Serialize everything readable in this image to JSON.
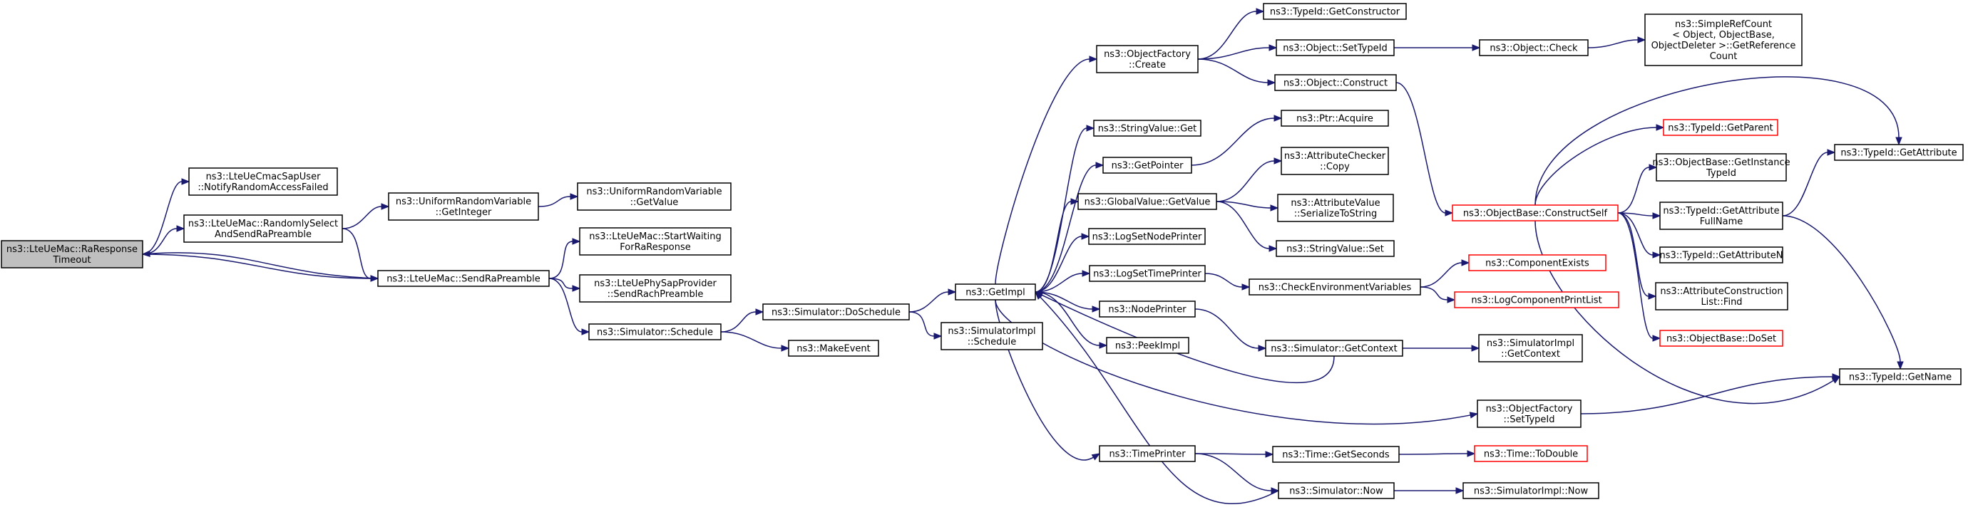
{
  "nodes": [
    {
      "id": "raresp",
      "lines": [
        "ns3::LteUeMac::RaResponse",
        "Timeout"
      ],
      "root": true
    },
    {
      "id": "notify",
      "lines": [
        "ns3::LteUeCmacSapUser",
        "::NotifyRandomAccessFailed"
      ]
    },
    {
      "id": "randsel",
      "lines": [
        "ns3::LteUeMac::RandomlySelect",
        "AndSendRaPreamble"
      ]
    },
    {
      "id": "sendra",
      "lines": [
        "ns3::LteUeMac::SendRaPreamble"
      ]
    },
    {
      "id": "getint",
      "lines": [
        "ns3::UniformRandomVariable",
        "::GetInteger"
      ]
    },
    {
      "id": "getval",
      "lines": [
        "ns3::UniformRandomVariable",
        "::GetValue"
      ]
    },
    {
      "id": "startwait",
      "lines": [
        "ns3::LteUeMac::StartWaiting",
        "ForRaResponse"
      ]
    },
    {
      "id": "sendrach",
      "lines": [
        "ns3::LteUePhySapProvider",
        "::SendRachPreamble"
      ]
    },
    {
      "id": "schedule",
      "lines": [
        "ns3::Simulator::Schedule"
      ]
    },
    {
      "id": "dosched",
      "lines": [
        "ns3::Simulator::DoSchedule"
      ]
    },
    {
      "id": "makeevent",
      "lines": [
        "ns3::MakeEvent"
      ]
    },
    {
      "id": "getimpl",
      "lines": [
        "ns3::GetImpl"
      ]
    },
    {
      "id": "simimplsched",
      "lines": [
        "ns3::SimulatorImpl",
        "::Schedule"
      ]
    },
    {
      "id": "ofcreate",
      "lines": [
        "ns3::ObjectFactory",
        "::Create"
      ]
    },
    {
      "id": "strvalget",
      "lines": [
        "ns3::StringValue::Get"
      ]
    },
    {
      "id": "getptr",
      "lines": [
        "ns3::GetPointer"
      ]
    },
    {
      "id": "gvget",
      "lines": [
        "ns3::GlobalValue::GetValue"
      ]
    },
    {
      "id": "lognode",
      "lines": [
        "ns3::LogSetNodePrinter"
      ]
    },
    {
      "id": "logtime",
      "lines": [
        "ns3::LogSetTimePrinter"
      ]
    },
    {
      "id": "nodeprinter",
      "lines": [
        "ns3::NodePrinter"
      ]
    },
    {
      "id": "peekimpl",
      "lines": [
        "ns3::PeekImpl"
      ]
    },
    {
      "id": "timeprinter",
      "lines": [
        "ns3::TimePrinter"
      ]
    },
    {
      "id": "getctor",
      "lines": [
        "ns3::TypeId::GetConstructor"
      ]
    },
    {
      "id": "settypeid",
      "lines": [
        "ns3::Object::SetTypeId"
      ]
    },
    {
      "id": "construct",
      "lines": [
        "ns3::Object::Construct"
      ]
    },
    {
      "id": "ptracq",
      "lines": [
        "ns3::Ptr::Acquire"
      ]
    },
    {
      "id": "acopy",
      "lines": [
        "ns3::AttributeChecker",
        "::Copy"
      ]
    },
    {
      "id": "avser",
      "lines": [
        "ns3::AttributeValue",
        "::SerializeToString"
      ]
    },
    {
      "id": "svset",
      "lines": [
        "ns3::StringValue::Set"
      ]
    },
    {
      "id": "checkenv",
      "lines": [
        "ns3::CheckEnvironmentVariables"
      ]
    },
    {
      "id": "simctx",
      "lines": [
        "ns3::Simulator::GetContext"
      ]
    },
    {
      "id": "ofsettype",
      "lines": [
        "ns3::ObjectFactory",
        "::SetTypeId"
      ]
    },
    {
      "id": "getsec",
      "lines": [
        "ns3::Time::GetSeconds"
      ]
    },
    {
      "id": "simnow",
      "lines": [
        "ns3::Simulator::Now"
      ]
    },
    {
      "id": "objcheck",
      "lines": [
        "ns3::Object::Check"
      ]
    },
    {
      "id": "constructself",
      "lines": [
        "ns3::ObjectBase::ConstructSelf"
      ],
      "trunc": true
    },
    {
      "id": "compexists",
      "lines": [
        "ns3::ComponentExists"
      ],
      "trunc": true
    },
    {
      "id": "logcomp",
      "lines": [
        "ns3::LogComponentPrintList"
      ],
      "trunc": true
    },
    {
      "id": "implctx",
      "lines": [
        "ns3::SimulatorImpl",
        "::GetContext"
      ]
    },
    {
      "id": "todouble",
      "lines": [
        "ns3::Time::ToDouble"
      ],
      "trunc": true
    },
    {
      "id": "implnow",
      "lines": [
        "ns3::SimulatorImpl::Now"
      ]
    },
    {
      "id": "refcount",
      "lines": [
        "ns3::SimpleRefCount",
        "< Object, ObjectBase,",
        "ObjectDeleter >::GetReference",
        "Count"
      ]
    },
    {
      "id": "getparent",
      "lines": [
        "ns3::TypeId::GetParent"
      ],
      "trunc": true
    },
    {
      "id": "getinst",
      "lines": [
        "ns3::ObjectBase::GetInstance",
        "TypeId"
      ]
    },
    {
      "id": "getattrfull",
      "lines": [
        "ns3::TypeId::GetAttribute",
        "FullName"
      ]
    },
    {
      "id": "getattrn",
      "lines": [
        "ns3::TypeId::GetAttributeN"
      ]
    },
    {
      "id": "acfind",
      "lines": [
        "ns3::AttributeConstruction",
        "List::Find"
      ]
    },
    {
      "id": "doset",
      "lines": [
        "ns3::ObjectBase::DoSet"
      ],
      "trunc": true
    },
    {
      "id": "getattr",
      "lines": [
        "ns3::TypeId::GetAttribute"
      ]
    },
    {
      "id": "getname",
      "lines": [
        "ns3::TypeId::GetName"
      ]
    }
  ],
  "edges": [
    [
      "raresp",
      "notify"
    ],
    [
      "raresp",
      "randsel"
    ],
    [
      "raresp",
      "sendra"
    ],
    [
      "sendra",
      "raresp"
    ],
    [
      "randsel",
      "getint"
    ],
    [
      "randsel",
      "sendra"
    ],
    [
      "getint",
      "getval"
    ],
    [
      "sendra",
      "startwait"
    ],
    [
      "sendra",
      "sendrach"
    ],
    [
      "sendra",
      "schedule"
    ],
    [
      "schedule",
      "dosched"
    ],
    [
      "schedule",
      "makeevent"
    ],
    [
      "dosched",
      "getimpl"
    ],
    [
      "dosched",
      "simimplsched"
    ],
    [
      "getimpl",
      "ofcreate"
    ],
    [
      "getimpl",
      "strvalget"
    ],
    [
      "getimpl",
      "getptr"
    ],
    [
      "getimpl",
      "gvget"
    ],
    [
      "getimpl",
      "lognode"
    ],
    [
      "getimpl",
      "logtime"
    ],
    [
      "getimpl",
      "nodeprinter"
    ],
    [
      "getimpl",
      "peekimpl"
    ],
    [
      "getimpl",
      "timeprinter"
    ],
    [
      "getimpl",
      "ofsettype"
    ],
    [
      "ofcreate",
      "getctor"
    ],
    [
      "ofcreate",
      "settypeid"
    ],
    [
      "ofcreate",
      "construct"
    ],
    [
      "getptr",
      "ptracq"
    ],
    [
      "gvget",
      "acopy"
    ],
    [
      "gvget",
      "avser"
    ],
    [
      "gvget",
      "svset"
    ],
    [
      "logtime",
      "checkenv"
    ],
    [
      "nodeprinter",
      "simctx"
    ],
    [
      "timeprinter",
      "getsec"
    ],
    [
      "timeprinter",
      "simnow"
    ],
    [
      "settypeid",
      "objcheck"
    ],
    [
      "objcheck",
      "refcount"
    ],
    [
      "construct",
      "constructself"
    ],
    [
      "checkenv",
      "compexists"
    ],
    [
      "checkenv",
      "logcomp"
    ],
    [
      "simctx",
      "implctx"
    ],
    [
      "simctx",
      "getimpl"
    ],
    [
      "getsec",
      "todouble"
    ],
    [
      "simnow",
      "implnow"
    ],
    [
      "simnow",
      "getimpl"
    ],
    [
      "ofsettype",
      "getname"
    ],
    [
      "constructself",
      "getparent"
    ],
    [
      "constructself",
      "getinst"
    ],
    [
      "constructself",
      "getattrfull"
    ],
    [
      "constructself",
      "getattrn"
    ],
    [
      "constructself",
      "acfind"
    ],
    [
      "constructself",
      "doset"
    ],
    [
      "constructself",
      "getattr"
    ],
    [
      "constructself",
      "getname"
    ],
    [
      "getattrfull",
      "getattr"
    ],
    [
      "getattrfull",
      "getname"
    ]
  ]
}
